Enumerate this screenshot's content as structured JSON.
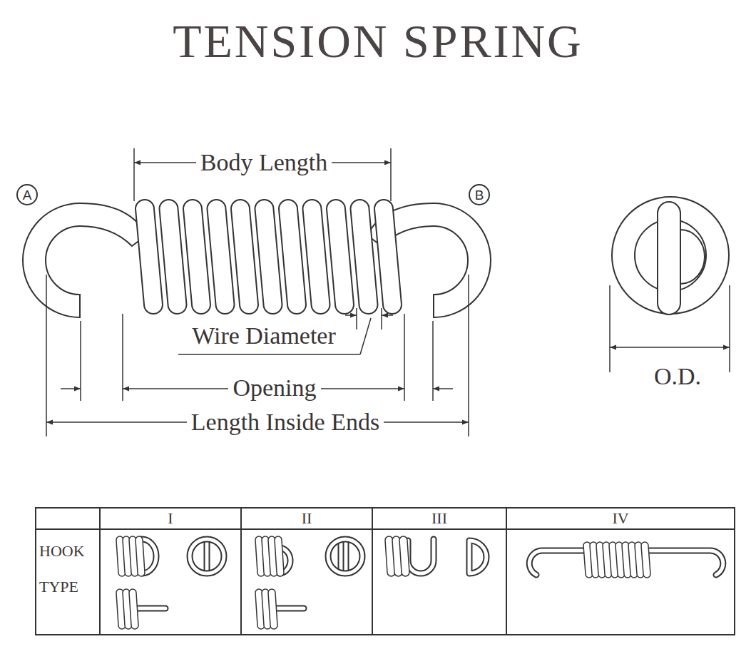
{
  "diagram": {
    "title": "TENSION SPRING",
    "nodes": [
      {
        "text": [
          "A"
        ]
      },
      {
        "text": [
          "B"
        ]
      }
    ],
    "labels": [
      "Body Length",
      "Wire Diameter",
      "Opening",
      "Length Inside Ends",
      "O.D.",
      "I",
      "II",
      "III",
      "IV",
      "HOOK TYPE"
    ]
  }
}
